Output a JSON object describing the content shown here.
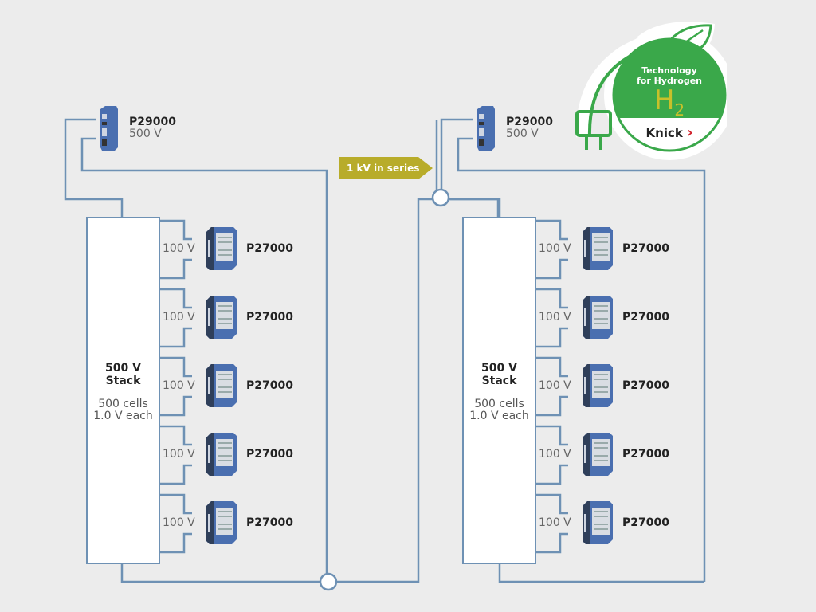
{
  "diagram": {
    "series_label": "1 kV in series",
    "colors": {
      "background": "#ececec",
      "wire": "#6e91b4",
      "series_arrow": "#b8ac2a",
      "badge_green": "#3aa84a",
      "h2_yellow": "#c8c02a",
      "knick_red": "#d0202a"
    },
    "badge": {
      "line1": "Technology",
      "line2": "for Hydrogen",
      "symbol": "H",
      "subscript": "2",
      "brand": "Knick",
      "brand_arrow": "›"
    },
    "stacks": [
      {
        "psu": {
          "model": "P29000",
          "voltage": "500 V"
        },
        "title1": "500 V",
        "title2": "Stack",
        "cells": "500 cells",
        "cell_voltage": "1.0 V each",
        "taps": [
          {
            "voltage": "100 V",
            "model": "P27000"
          },
          {
            "voltage": "100 V",
            "model": "P27000"
          },
          {
            "voltage": "100 V",
            "model": "P27000"
          },
          {
            "voltage": "100 V",
            "model": "P27000"
          },
          {
            "voltage": "100 V",
            "model": "P27000"
          }
        ]
      },
      {
        "psu": {
          "model": "P29000",
          "voltage": "500 V"
        },
        "title1": "500 V",
        "title2": "Stack",
        "cells": "500 cells",
        "cell_voltage": "1.0 V each",
        "taps": [
          {
            "voltage": "100 V",
            "model": "P27000"
          },
          {
            "voltage": "100 V",
            "model": "P27000"
          },
          {
            "voltage": "100 V",
            "model": "P27000"
          },
          {
            "voltage": "100 V",
            "model": "P27000"
          },
          {
            "voltage": "100 V",
            "model": "P27000"
          }
        ]
      }
    ]
  }
}
